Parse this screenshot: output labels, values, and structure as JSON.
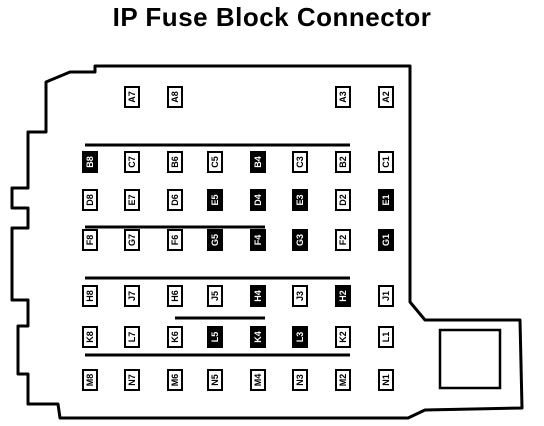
{
  "title": "IP Fuse Block Connector",
  "colors": {
    "ink": "#000000",
    "paper": "#ffffff"
  },
  "cells": [
    {
      "label": "A7",
      "col": 2,
      "row": 0,
      "filled": false
    },
    {
      "label": "A8",
      "col": 3,
      "row": 0,
      "filled": false
    },
    {
      "label": "A3",
      "col": 7,
      "row": 0,
      "filled": false
    },
    {
      "label": "A2",
      "col": 8,
      "row": 0,
      "filled": false
    },
    {
      "label": "B8",
      "col": 1,
      "row": 1,
      "filled": true
    },
    {
      "label": "C7",
      "col": 2,
      "row": 1,
      "filled": false
    },
    {
      "label": "B6",
      "col": 3,
      "row": 1,
      "filled": false
    },
    {
      "label": "C5",
      "col": 4,
      "row": 1,
      "filled": false
    },
    {
      "label": "B4",
      "col": 5,
      "row": 1,
      "filled": true
    },
    {
      "label": "C3",
      "col": 6,
      "row": 1,
      "filled": false
    },
    {
      "label": "B2",
      "col": 7,
      "row": 1,
      "filled": false
    },
    {
      "label": "C1",
      "col": 8,
      "row": 1,
      "filled": false
    },
    {
      "label": "D8",
      "col": 1,
      "row": 2,
      "filled": false
    },
    {
      "label": "E7",
      "col": 2,
      "row": 2,
      "filled": false
    },
    {
      "label": "D6",
      "col": 3,
      "row": 2,
      "filled": false
    },
    {
      "label": "E5",
      "col": 4,
      "row": 2,
      "filled": true
    },
    {
      "label": "D4",
      "col": 5,
      "row": 2,
      "filled": true
    },
    {
      "label": "E3",
      "col": 6,
      "row": 2,
      "filled": true
    },
    {
      "label": "D2",
      "col": 7,
      "row": 2,
      "filled": false
    },
    {
      "label": "E1",
      "col": 8,
      "row": 2,
      "filled": true
    },
    {
      "label": "F8",
      "col": 1,
      "row": 3,
      "filled": false
    },
    {
      "label": "G7",
      "col": 2,
      "row": 3,
      "filled": false
    },
    {
      "label": "F6",
      "col": 3,
      "row": 3,
      "filled": false
    },
    {
      "label": "G5",
      "col": 4,
      "row": 3,
      "filled": true
    },
    {
      "label": "F4",
      "col": 5,
      "row": 3,
      "filled": true
    },
    {
      "label": "G3",
      "col": 6,
      "row": 3,
      "filled": true
    },
    {
      "label": "F2",
      "col": 7,
      "row": 3,
      "filled": false
    },
    {
      "label": "G1",
      "col": 8,
      "row": 3,
      "filled": true
    },
    {
      "label": "H8",
      "col": 1,
      "row": 4,
      "filled": false
    },
    {
      "label": "J7",
      "col": 2,
      "row": 4,
      "filled": false
    },
    {
      "label": "H6",
      "col": 3,
      "row": 4,
      "filled": false
    },
    {
      "label": "J5",
      "col": 4,
      "row": 4,
      "filled": false
    },
    {
      "label": "H4",
      "col": 5,
      "row": 4,
      "filled": true
    },
    {
      "label": "J3",
      "col": 6,
      "row": 4,
      "filled": false
    },
    {
      "label": "H2",
      "col": 7,
      "row": 4,
      "filled": true
    },
    {
      "label": "J1",
      "col": 8,
      "row": 4,
      "filled": false
    },
    {
      "label": "K8",
      "col": 1,
      "row": 5,
      "filled": false
    },
    {
      "label": "L7",
      "col": 2,
      "row": 5,
      "filled": false
    },
    {
      "label": "K6",
      "col": 3,
      "row": 5,
      "filled": false
    },
    {
      "label": "L5",
      "col": 4,
      "row": 5,
      "filled": true
    },
    {
      "label": "K4",
      "col": 5,
      "row": 5,
      "filled": true
    },
    {
      "label": "L3",
      "col": 6,
      "row": 5,
      "filled": true
    },
    {
      "label": "K2",
      "col": 7,
      "row": 5,
      "filled": false
    },
    {
      "label": "L1",
      "col": 8,
      "row": 5,
      "filled": false
    },
    {
      "label": "M8",
      "col": 1,
      "row": 6,
      "filled": false
    },
    {
      "label": "N7",
      "col": 2,
      "row": 6,
      "filled": false
    },
    {
      "label": "M6",
      "col": 3,
      "row": 6,
      "filled": false
    },
    {
      "label": "N5",
      "col": 4,
      "row": 6,
      "filled": false
    },
    {
      "label": "M4",
      "col": 5,
      "row": 6,
      "filled": false
    },
    {
      "label": "N3",
      "col": 6,
      "row": 6,
      "filled": false
    },
    {
      "label": "M2",
      "col": 7,
      "row": 6,
      "filled": false
    },
    {
      "label": "N1",
      "col": 8,
      "row": 6,
      "filled": false
    }
  ]
}
